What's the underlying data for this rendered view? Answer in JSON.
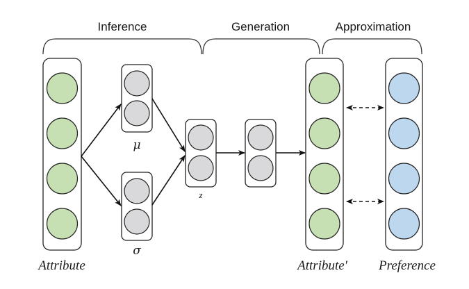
{
  "colors": {
    "attribute_node": "#c6e0b4",
    "latent_node": "#d9d9db",
    "preference_node": "#bdd7ee",
    "stroke": "#222222"
  },
  "sections": [
    {
      "id": "inference",
      "label": "Inference"
    },
    {
      "id": "generation",
      "label": "Generation"
    },
    {
      "id": "approximation",
      "label": "Approximation"
    }
  ],
  "layers": {
    "attribute": {
      "label": "Attribute",
      "nodes": 4,
      "color_key": "attribute_node"
    },
    "mu": {
      "label": "μ",
      "nodes": 2,
      "color_key": "latent_node"
    },
    "sigma": {
      "label": "σ",
      "nodes": 2,
      "color_key": "latent_node"
    },
    "z": {
      "label": "z",
      "nodes": 2,
      "color_key": "latent_node"
    },
    "hidden": {
      "label": "",
      "nodes": 2,
      "color_key": "latent_node"
    },
    "attribute_prime": {
      "label": "Attribute′",
      "nodes": 4,
      "color_key": "attribute_node"
    },
    "preference": {
      "label": "Preference",
      "nodes": 4,
      "color_key": "preference_node"
    }
  },
  "edges": [
    {
      "from": "attribute",
      "to": "mu",
      "style": "solid"
    },
    {
      "from": "attribute",
      "to": "sigma",
      "style": "solid"
    },
    {
      "from": "mu",
      "to": "z",
      "style": "solid"
    },
    {
      "from": "sigma",
      "to": "z",
      "style": "solid"
    },
    {
      "from": "z",
      "to": "hidden",
      "style": "solid"
    },
    {
      "from": "hidden",
      "to": "attribute_prime",
      "style": "solid"
    },
    {
      "from": "attribute_prime",
      "to": "preference",
      "style": "dashed-bidirectional"
    },
    {
      "from": "attribute_prime",
      "to": "preference",
      "style": "dashed-bidirectional"
    }
  ]
}
